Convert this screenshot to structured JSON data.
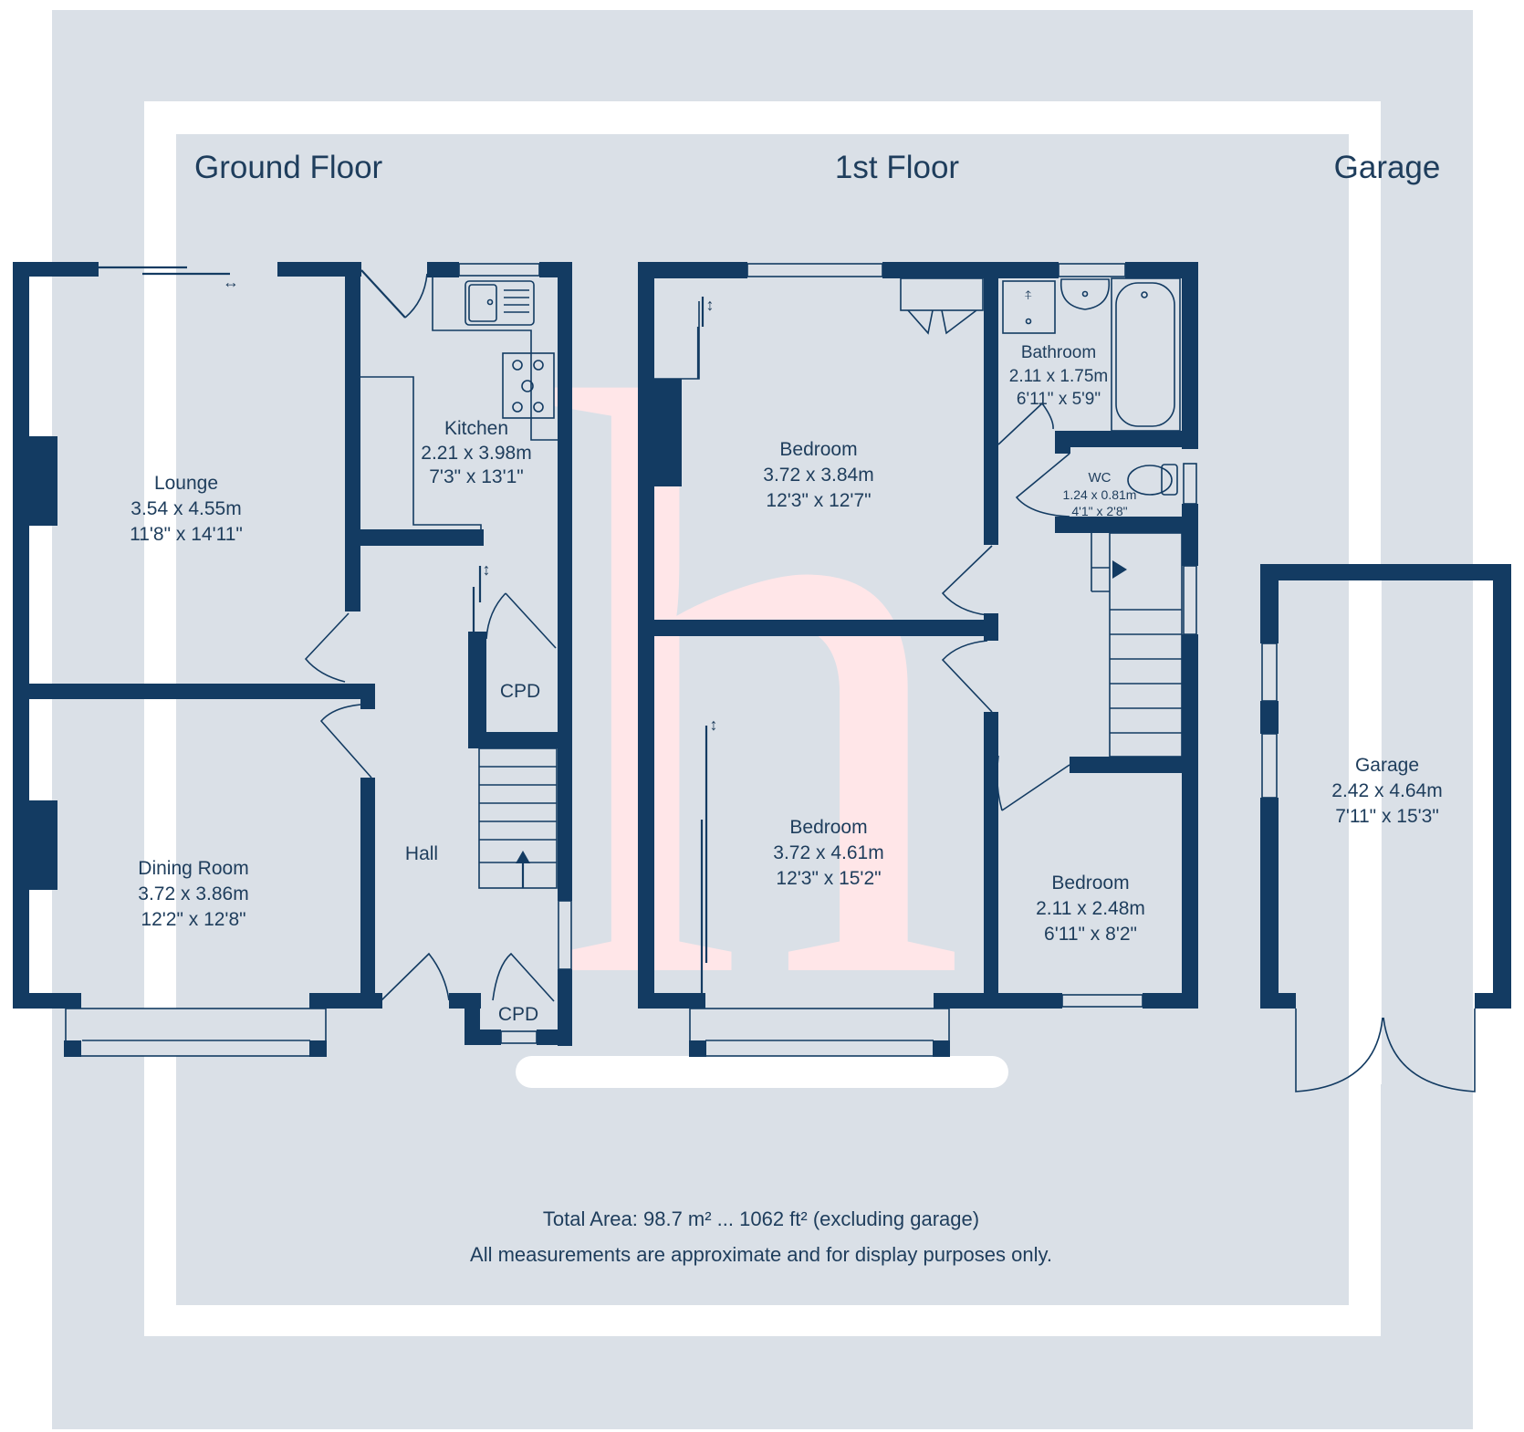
{
  "floors": {
    "ground": {
      "title": "Ground Floor"
    },
    "first": {
      "title": "1st Floor"
    },
    "garage": {
      "title": "Garage"
    }
  },
  "rooms": {
    "lounge": {
      "name": "Lounge",
      "metric": "3.54 x 4.55m",
      "imperial": "11'8\" x 14'11\""
    },
    "kitchen": {
      "name": "Kitchen",
      "metric": "2.21 x 3.98m",
      "imperial": "7'3\" x 13'1\""
    },
    "dining": {
      "name": "Dining Room",
      "metric": "3.72 x 3.86m",
      "imperial": "12'2\" x 12'8\""
    },
    "hall": {
      "name": "Hall"
    },
    "cpd_upper": {
      "name": "CPD"
    },
    "cpd_lower": {
      "name": "CPD"
    },
    "bedroom1": {
      "name": "Bedroom",
      "metric": "3.72 x 3.84m",
      "imperial": "12'3\" x 12'7\""
    },
    "bedroom2": {
      "name": "Bedroom",
      "metric": "3.72 x 4.61m",
      "imperial": "12'3\" x 15'2\""
    },
    "bedroom3": {
      "name": "Bedroom",
      "metric": "2.11 x 2.48m",
      "imperial": "6'11\" x 8'2\""
    },
    "bathroom": {
      "name": "Bathroom",
      "metric": "2.11 x 1.75m",
      "imperial": "6'11\" x 5'9\""
    },
    "wc": {
      "name": "WC",
      "metric": "1.24 x 0.81m",
      "imperial": "4'1\" x 2'8\""
    },
    "garage": {
      "name": "Garage",
      "metric": "2.42 x 4.64m",
      "imperial": "7'11\" x 15'3\""
    }
  },
  "footer": {
    "total_area": "Total Area: 98.7 m² ... 1062 ft² (excluding garage)",
    "disclaimer": "All measurements are approximate and for display purposes only."
  },
  "watermark": {
    "glyph": "h"
  },
  "colors": {
    "wall": "#133b62",
    "background": "#dae0e7",
    "text": "#1e3d5c",
    "watermark": "#ffe6e8"
  }
}
